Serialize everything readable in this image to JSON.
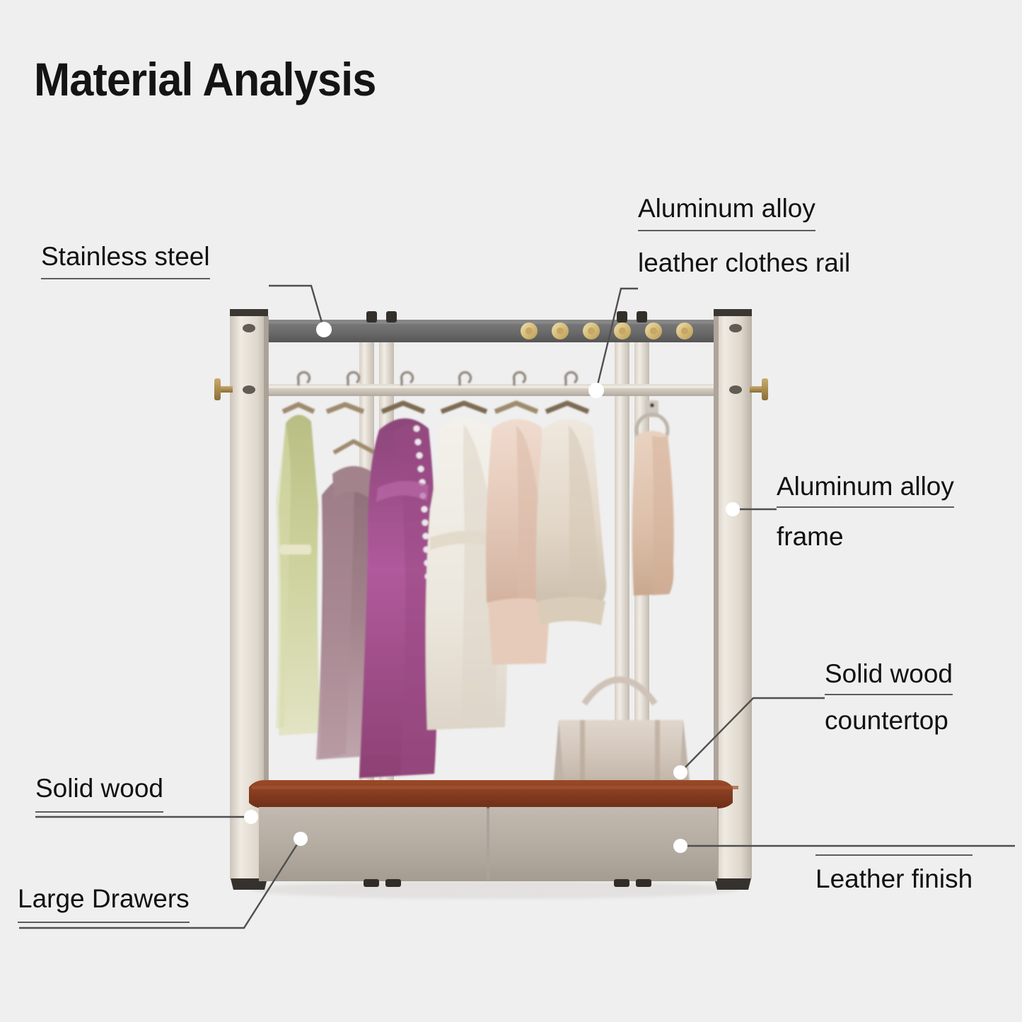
{
  "page": {
    "title": "Material Analysis",
    "background_color": "#efefef",
    "text_color": "#111111",
    "leader_color": "#4f4f4f",
    "marker_color": "#ffffff"
  },
  "product": {
    "name": "clothes rack with drawers",
    "colors": {
      "top_rail": "#6f6f6f",
      "stud_gold": "#d9c187",
      "hanging_rail": "#cfc8bf",
      "post": "#ded8cf",
      "post_cap": "#3a3733",
      "knob_brass": "#a08248",
      "countertop_wood": "#8a3f22",
      "drawer_front": "#b6aea3",
      "foot": "#2f2c29"
    },
    "garments": [
      {
        "name": "sage green slip dress",
        "color": "#c8cc92"
      },
      {
        "name": "mauve chiffon dress",
        "color": "#9c7b85"
      },
      {
        "name": "orchid purple gown",
        "color": "#a2518f"
      },
      {
        "name": "cream wrap dress",
        "color": "#efeae2"
      },
      {
        "name": "blush trench coat",
        "color": "#e8cfc1"
      },
      {
        "name": "beige overcoat",
        "color": "#e2d6c8"
      },
      {
        "name": "blush scarf on ring",
        "color": "#e4cbb9"
      }
    ],
    "accessory": {
      "name": "leather tote bag",
      "color": "#cfc3b8"
    },
    "stud_count": 6,
    "hanger_count": 6,
    "drawer_count": 2
  },
  "callouts": [
    {
      "id": "stainless-steel",
      "label": "Stainless steel",
      "lines": [
        "Stainless steel"
      ],
      "underline": true,
      "side": "left"
    },
    {
      "id": "aluminum-alloy-leather-clothes-rail",
      "label": "Aluminum alloy leather clothes rail",
      "lines": [
        "Aluminum alloy",
        "leather clothes rail"
      ],
      "underline": true,
      "side": "right"
    },
    {
      "id": "aluminum-alloy-frame",
      "label": "Aluminum alloy frame",
      "lines": [
        "Aluminum alloy",
        "frame"
      ],
      "underline": true,
      "side": "right"
    },
    {
      "id": "solid-wood-countertop",
      "label": "Solid wood countertop",
      "lines": [
        "Solid wood",
        "countertop"
      ],
      "underline": true,
      "side": "right"
    },
    {
      "id": "solid-wood",
      "label": "Solid wood",
      "lines": [
        "Solid wood"
      ],
      "underline": true,
      "side": "left"
    },
    {
      "id": "large-drawers",
      "label": "Large Drawers",
      "lines": [
        "Large Drawers"
      ],
      "underline": true,
      "side": "left"
    },
    {
      "id": "leather-finish",
      "label": "Leather finish",
      "lines": [
        "Leather finish"
      ],
      "underline": false,
      "overline": true,
      "side": "right"
    }
  ]
}
